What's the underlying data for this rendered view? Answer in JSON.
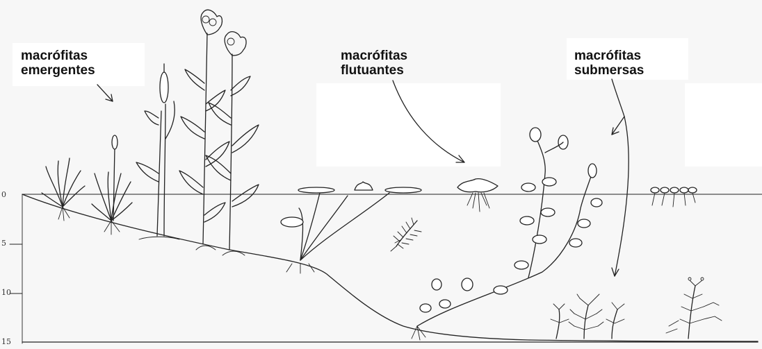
{
  "labels": {
    "emergent": {
      "line1": "macrófitas",
      "line2": "emergentes"
    },
    "floating": {
      "line1": "macrófitas",
      "line2": "flutuantes"
    },
    "submerged": {
      "line1": "macrófitas",
      "line2": "submersas"
    }
  },
  "depth_ticks": [
    "0",
    "5",
    "10",
    "15"
  ],
  "colors": {
    "ink": "#222222",
    "paper": "#f7f7f7"
  }
}
